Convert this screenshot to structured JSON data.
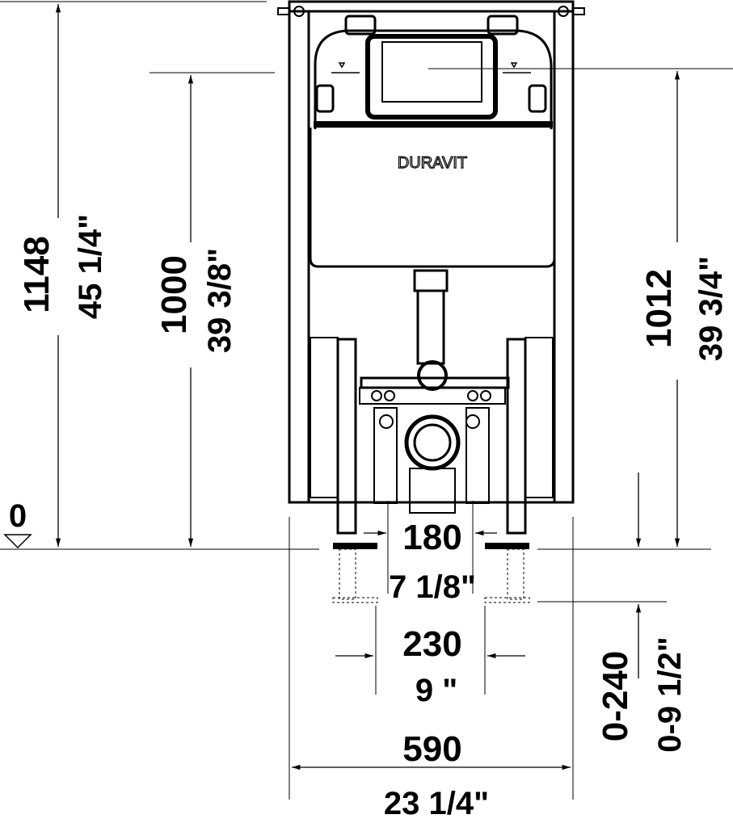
{
  "drawing": {
    "brand_logo": "DURAVIT",
    "zero_level": "0",
    "dimensions": {
      "total_height_mm": "1148",
      "total_height_in": "45 1/4\"",
      "actuator_height_mm": "1000",
      "actuator_height_in": "39 3/8\"",
      "tank_height_mm": "1012",
      "tank_height_in": "39 3/4\"",
      "foot_adjust_mm": "0-240",
      "foot_adjust_in": "0-9 1/2\"",
      "bolt_spacing_mm": "180",
      "bolt_spacing_in": "7 1/8\"",
      "feet_spacing_mm": "230",
      "feet_spacing_in": "9 \"",
      "frame_width_mm": "590",
      "frame_width_in": "23 1/4\""
    }
  }
}
